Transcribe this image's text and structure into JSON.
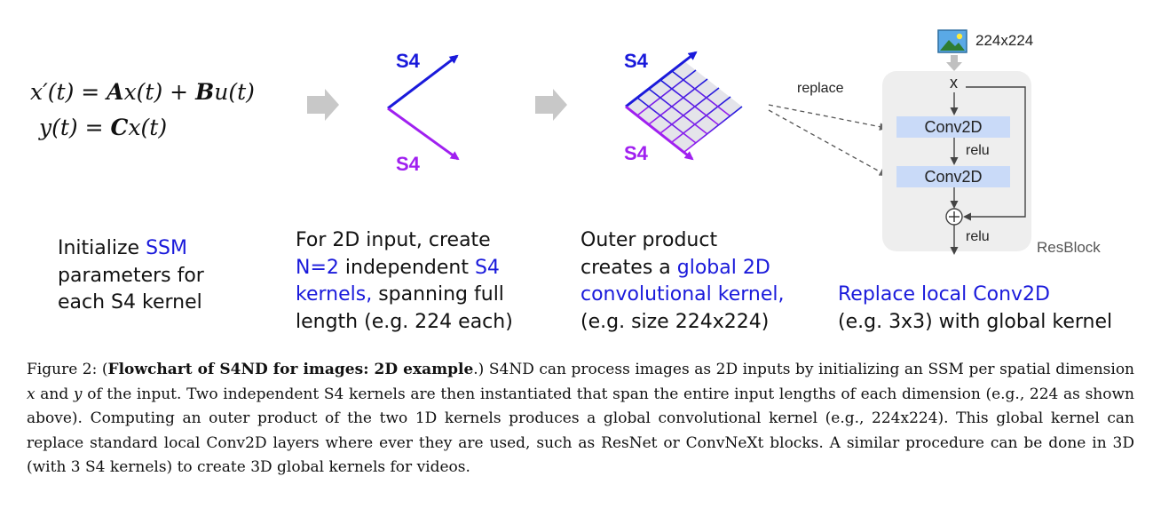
{
  "equations": {
    "line1": {
      "lhs": "x′(t) = ",
      "a": "A",
      "ax": "x(t) + ",
      "b": "B",
      "bu": "u(t)"
    },
    "line2": {
      "lhs": "y(t) = ",
      "c": "C",
      "cx": "x(t)"
    }
  },
  "steps": [
    {
      "lines": [
        [
          "Initialize ",
          "SSM"
        ],
        [
          "parameters for"
        ],
        [
          "each S4 kernel"
        ]
      ]
    },
    {
      "lines": [
        [
          "For 2D input, create"
        ],
        [
          "N=2",
          " independent ",
          "S4"
        ],
        [
          "kernels,",
          " spanning full"
        ],
        [
          "length (e.g. 224 each)"
        ]
      ]
    },
    {
      "lines": [
        [
          "Outer product"
        ],
        [
          "creates a ",
          "global 2D"
        ],
        [
          "convolutional kernel,"
        ],
        [
          "(e.g. size 224x224)"
        ]
      ]
    },
    {
      "lines": [
        [
          "Replace local Conv2D"
        ],
        [
          "(e.g. 3x3) with global kernel"
        ]
      ]
    }
  ],
  "kernel_labels": {
    "top": "S4",
    "bottom": "S4",
    "outer_top": "S4",
    "outer_bottom": "S4"
  },
  "resblock": {
    "input_size": "224x224",
    "x_label": "x",
    "conv1": "Conv2D",
    "relu1": "relu",
    "conv2": "Conv2D",
    "plus": "+",
    "relu2": "relu",
    "name": "ResBlock",
    "replace_label": "replace"
  },
  "caption": {
    "fig": "Figure 2: (",
    "bold": "Flowchart of S4ND for images: 2D example",
    "p1": ".) S4ND can process images as 2D inputs by initializing an SSM per spatial dimension ",
    "x": "x",
    "and": " and ",
    "y": "y",
    "p2": " of the input. Two independent S4 kernels are then instantiated that span the entire input lengths of each dimension (e.g., 224 as shown above). Computing an outer product of the two 1D kernels produces a global convolutional kernel (e.g., 224x224). This global kernel can replace standard local Conv2D layers where ever they are used, such as ResNet or ConvNeXt blocks. A similar procedure can be done in 3D (with 3 S4 kernels) to create 3D global kernels for videos."
  },
  "colors": {
    "blue": "#1a1adb",
    "purple": "#a020f0",
    "arrow_gray": "#c8c8c8",
    "conv_fill": "#c9daf8",
    "block_bg": "#eeeeee"
  }
}
